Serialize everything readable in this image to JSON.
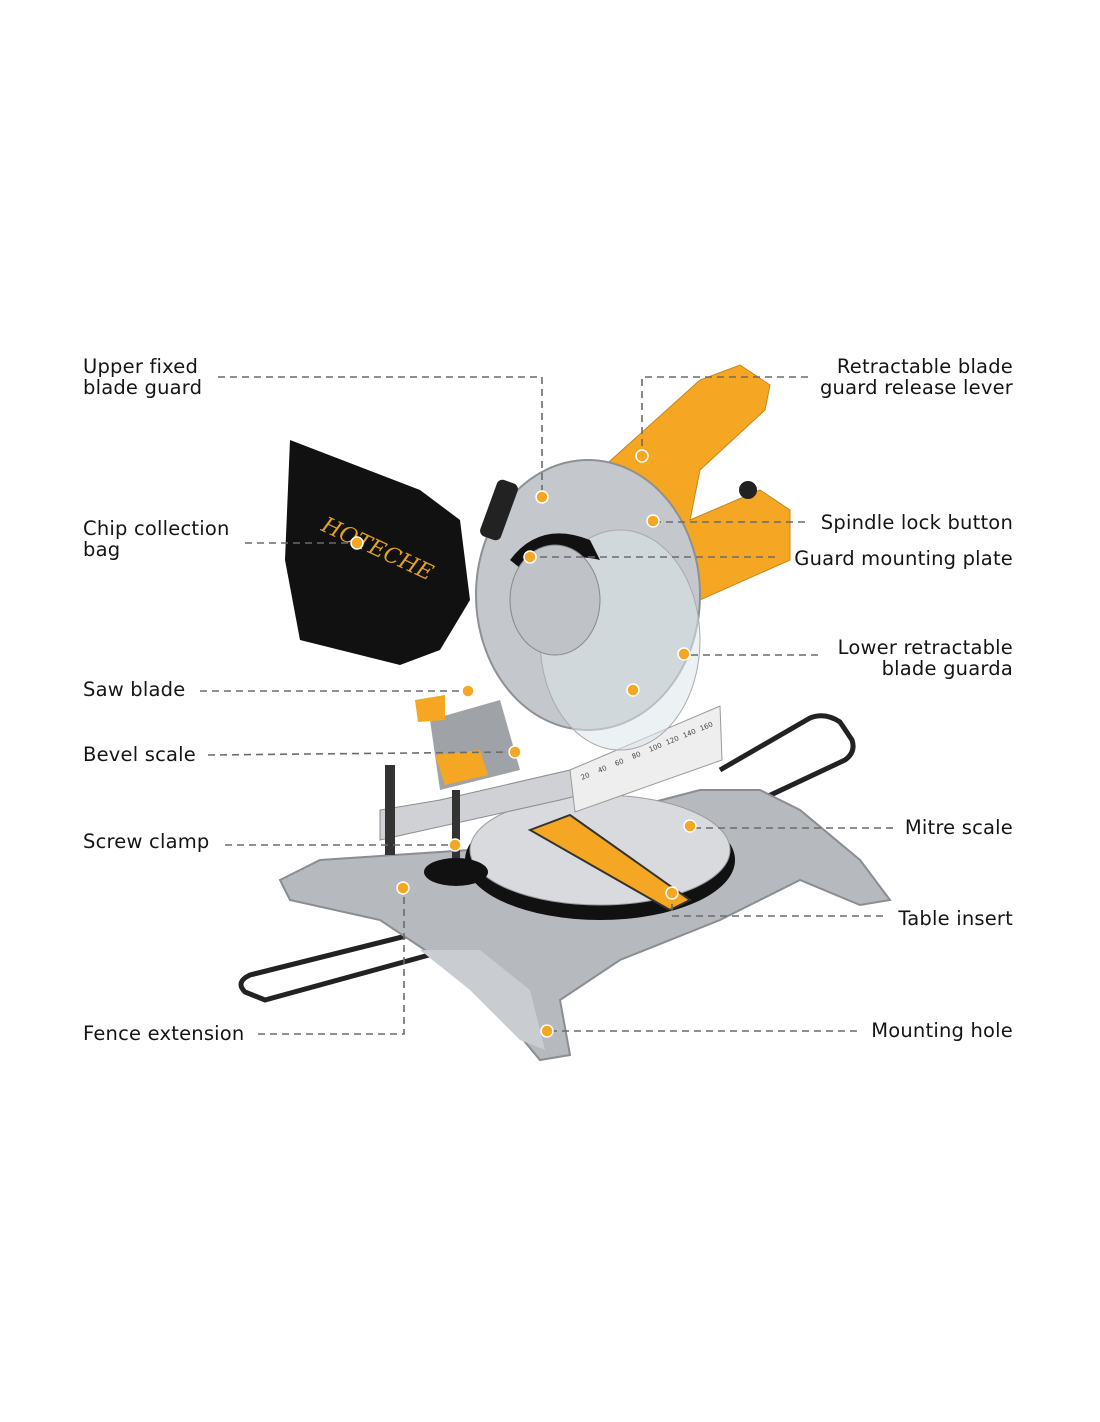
{
  "brand": "HOTECHE",
  "colors": {
    "accent": "#f5a623",
    "body": "#b9bcc0",
    "bag": "#111111",
    "leader": "#6b6b6b"
  },
  "labels_left": [
    {
      "id": "upper-fixed-blade-guard",
      "lines": [
        "Upper fixed",
        "blade guard"
      ]
    },
    {
      "id": "chip-collection-bag",
      "lines": [
        "Chip collection",
        "bag"
      ]
    },
    {
      "id": "saw-blade",
      "lines": [
        "Saw blade"
      ]
    },
    {
      "id": "bevel-scale",
      "lines": [
        "Bevel scale"
      ]
    },
    {
      "id": "screw-clamp",
      "lines": [
        "Screw clamp"
      ]
    },
    {
      "id": "fence-extension",
      "lines": [
        "Fence extension"
      ]
    }
  ],
  "labels_right": [
    {
      "id": "retractable-blade-guard-release-lever",
      "lines": [
        "Retractable blade",
        "guard release lever"
      ]
    },
    {
      "id": "spindle-lock-button",
      "lines": [
        "Spindle lock button"
      ]
    },
    {
      "id": "guard-mounting-plate",
      "lines": [
        "Guard mounting plate"
      ]
    },
    {
      "id": "lower-retractable-blade-guarda",
      "lines": [
        "Lower retractable",
        "blade guarda"
      ]
    },
    {
      "id": "mitre-scale",
      "lines": [
        "Mitre scale"
      ]
    },
    {
      "id": "table-insert",
      "lines": [
        "Table insert"
      ]
    },
    {
      "id": "mounting-hole",
      "lines": [
        "Mounting hole"
      ]
    }
  ],
  "fence_scale_ticks": [
    "20",
    "40",
    "60",
    "80",
    "100",
    "120",
    "140",
    "160"
  ]
}
